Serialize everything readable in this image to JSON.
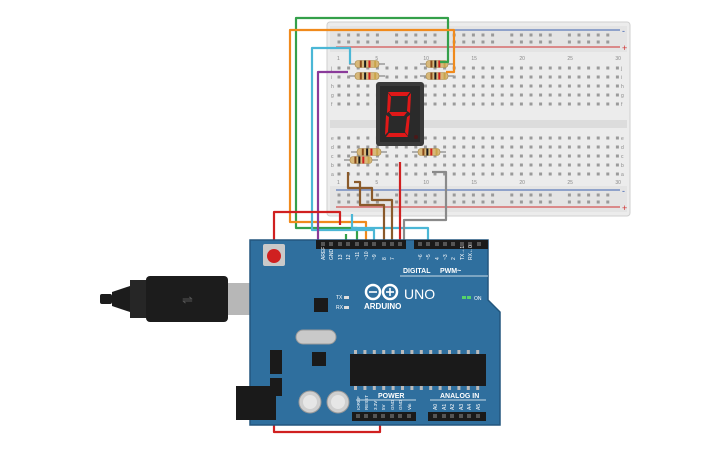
{
  "display": {
    "digit": "8",
    "color": "#e01818"
  },
  "breadboard": {
    "rail_plus": "+",
    "rail_minus": "-",
    "rows_top": [
      "j",
      "i",
      "h",
      "g",
      "f"
    ],
    "rows_bottom": [
      "e",
      "d",
      "c",
      "b",
      "a"
    ],
    "column_numbers": [
      "1",
      "5",
      "10",
      "15",
      "20",
      "25",
      "30"
    ]
  },
  "arduino": {
    "logo_text": "ARDUINO",
    "model": "UNO",
    "on_label": "ON",
    "tx_label": "TX",
    "rx_label": "RX",
    "digital_label": "DIGITAL",
    "pwm_label": "PWM~",
    "power_label": "POWER",
    "analog_label": "ANALOG IN",
    "digital_pins": [
      "AREF",
      "GND",
      "13",
      "12",
      "~11",
      "~10",
      "~9",
      "8",
      "7",
      "~6",
      "~5",
      "4",
      "~3",
      "2",
      "TX→1",
      "RX←0"
    ],
    "power_pins": [
      "IOREF",
      "RESET",
      "3.3V",
      "5V",
      "GND",
      "GND",
      "Vin"
    ],
    "analog_pins": [
      "A0",
      "A1",
      "A2",
      "A3",
      "A4",
      "A5"
    ],
    "board_color": "#2f6f9e",
    "usb_color": "#1c1c1c"
  },
  "wires": {
    "colors": {
      "green": "#34a04a",
      "orange": "#f08a1c",
      "cyan": "#4bb7d6",
      "purple": "#8a3a9a",
      "brown": "#8a5a2b",
      "gray": "#8a8a8a",
      "red": "#d02020"
    }
  }
}
